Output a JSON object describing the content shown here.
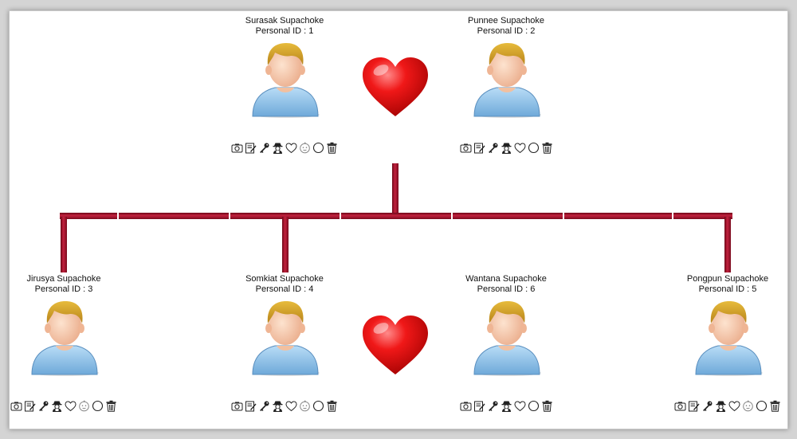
{
  "colors": {
    "line": "#a6102a",
    "heart": "#e00e0e",
    "shirt": "#8fc3ea",
    "hair": "#d4a020",
    "skin": "#f4c6a5"
  },
  "icon_names": [
    "camera-icon",
    "edit-icon",
    "key-icon",
    "detective-icon",
    "heart-outline-icon",
    "baby-face-icon",
    "circle-icon",
    "trash-icon"
  ],
  "parents": [
    {
      "name": "Surasak Supachoke",
      "pid": "Personal ID : 1"
    },
    {
      "name": "Punnee Supachoke",
      "pid": "Personal ID : 2"
    }
  ],
  "children": [
    {
      "name": "Jirusya Supachoke",
      "pid": "Personal ID : 3"
    },
    {
      "name": "Somkiat Supachoke",
      "pid": "Personal ID : 4"
    },
    {
      "name": "Wantana Supachoke",
      "pid": "Personal ID : 6"
    },
    {
      "name": "Pongpun Supachoke",
      "pid": "Personal ID : 5"
    }
  ]
}
